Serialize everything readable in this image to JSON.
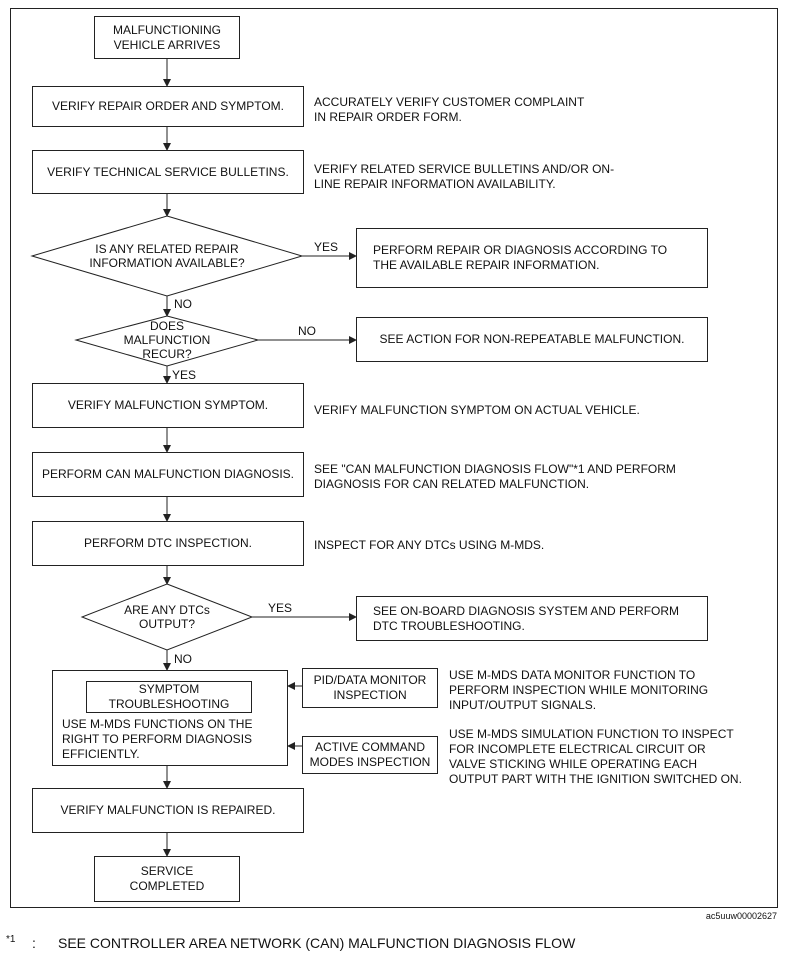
{
  "boxes": {
    "start": "MALFUNCTIONING\nVEHICLE ARRIVES",
    "verify_repair_order": "VERIFY REPAIR ORDER AND SYMPTOM.",
    "verify_tsb": "VERIFY TECHNICAL SERVICE BULLETINS.",
    "perform_repair_info": "PERFORM REPAIR OR DIAGNOSIS ACCORDING TO\nTHE AVAILABLE REPAIR INFORMATION.",
    "non_repeatable": "SEE ACTION FOR NON-REPEATABLE MALFUNCTION.",
    "verify_symptom": "VERIFY MALFUNCTION SYMPTOM.",
    "can_diagnosis": "PERFORM CAN MALFUNCTION DIAGNOSIS.",
    "dtc_inspection": "PERFORM DTC INSPECTION.",
    "obd_system": "SEE ON-BOARD DIAGNOSIS SYSTEM AND PERFORM\nDTC TROUBLESHOOTING.",
    "symptom_troubleshooting": "SYMPTOM\nTROUBLESHOOTING",
    "symptom_text": "USE M-MDS FUNCTIONS ON THE\nRIGHT TO PERFORM DIAGNOSIS\nEFFICIENTLY.",
    "pid_monitor": "PID/DATA MONITOR\nINSPECTION",
    "active_command": "ACTIVE COMMAND\nMODES INSPECTION",
    "verify_repaired": "VERIFY MALFUNCTION IS REPAIRED.",
    "service_completed": "SERVICE\nCOMPLETED"
  },
  "decisions": {
    "repair_info": "IS ANY RELATED REPAIR\nINFORMATION AVAILABLE?",
    "recur": "DOES\nMALFUNCTION\nRECUR?",
    "dtc_output": "ARE ANY DTCs\nOUTPUT?"
  },
  "notes": {
    "repair_order": "ACCURATELY VERIFY CUSTOMER COMPLAINT\nIN REPAIR ORDER FORM.",
    "tsb": "VERIFY RELATED SERVICE BULLETINS AND/OR ON-\nLINE REPAIR INFORMATION AVAILABILITY.",
    "symptom": "VERIFY MALFUNCTION SYMPTOM ON ACTUAL VEHICLE.",
    "can": "SEE \"CAN MALFUNCTION DIAGNOSIS FLOW\"*1 AND PERFORM\nDIAGNOSIS FOR CAN RELATED MALFUNCTION.",
    "dtc": "INSPECT FOR ANY DTCs USING M-MDS.",
    "pid": "USE M-MDS DATA MONITOR FUNCTION TO\nPERFORM INSPECTION WHILE MONITORING\nINPUT/OUTPUT SIGNALS.",
    "active": "USE M-MDS SIMULATION FUNCTION TO INSPECT\nFOR INCOMPLETE ELECTRICAL CIRCUIT OR\nVALVE STICKING WHILE OPERATING EACH\nOUTPUT PART WITH THE IGNITION SWITCHED ON."
  },
  "labels": {
    "yes_1": "YES",
    "no_1": "NO",
    "no_2": "NO",
    "yes_2": "YES",
    "yes_3": "YES",
    "no_3": "NO"
  },
  "code": "ac5uuw00002627",
  "footnote": {
    "marker": "*1",
    "sep": ":",
    "text": "SEE  CONTROLLER AREA NETWORK (CAN) MALFUNCTION DIAGNOSIS FLOW"
  }
}
